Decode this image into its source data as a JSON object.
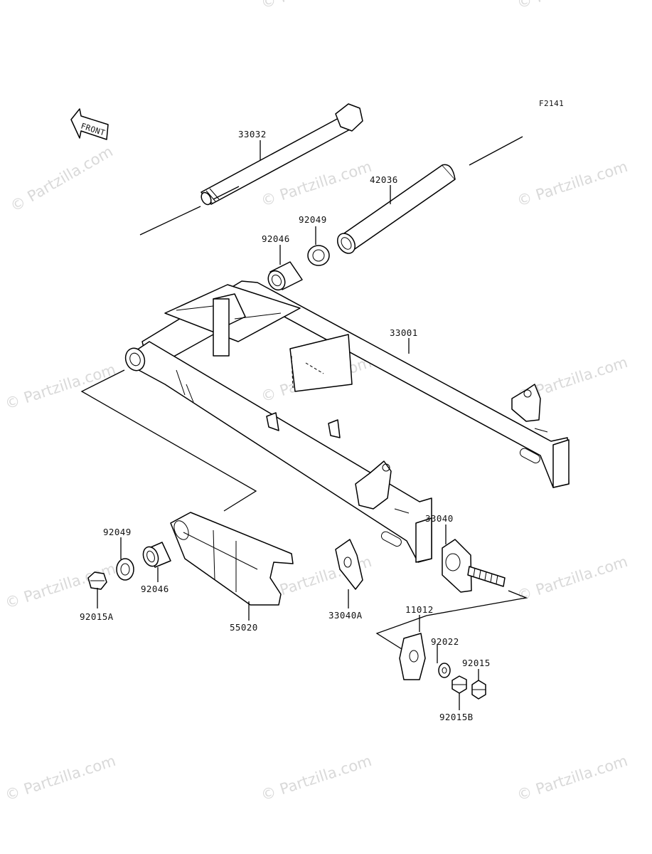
{
  "figure_code": "F2141",
  "front_label": "FRONT",
  "watermark_text": "© Partzilla.com",
  "parts": {
    "p33032": "33032",
    "p42036": "42036",
    "p92049_top": "92049",
    "p92046_top": "92046",
    "p33001": "33001",
    "p92049_bot": "92049",
    "p92046_bot": "92046",
    "p92015A": "92015A",
    "p55020": "55020",
    "p33040A": "33040A",
    "p33040": "33040",
    "p11012": "11012",
    "p92022": "92022",
    "p92015": "92015",
    "p92015B": "92015B"
  }
}
